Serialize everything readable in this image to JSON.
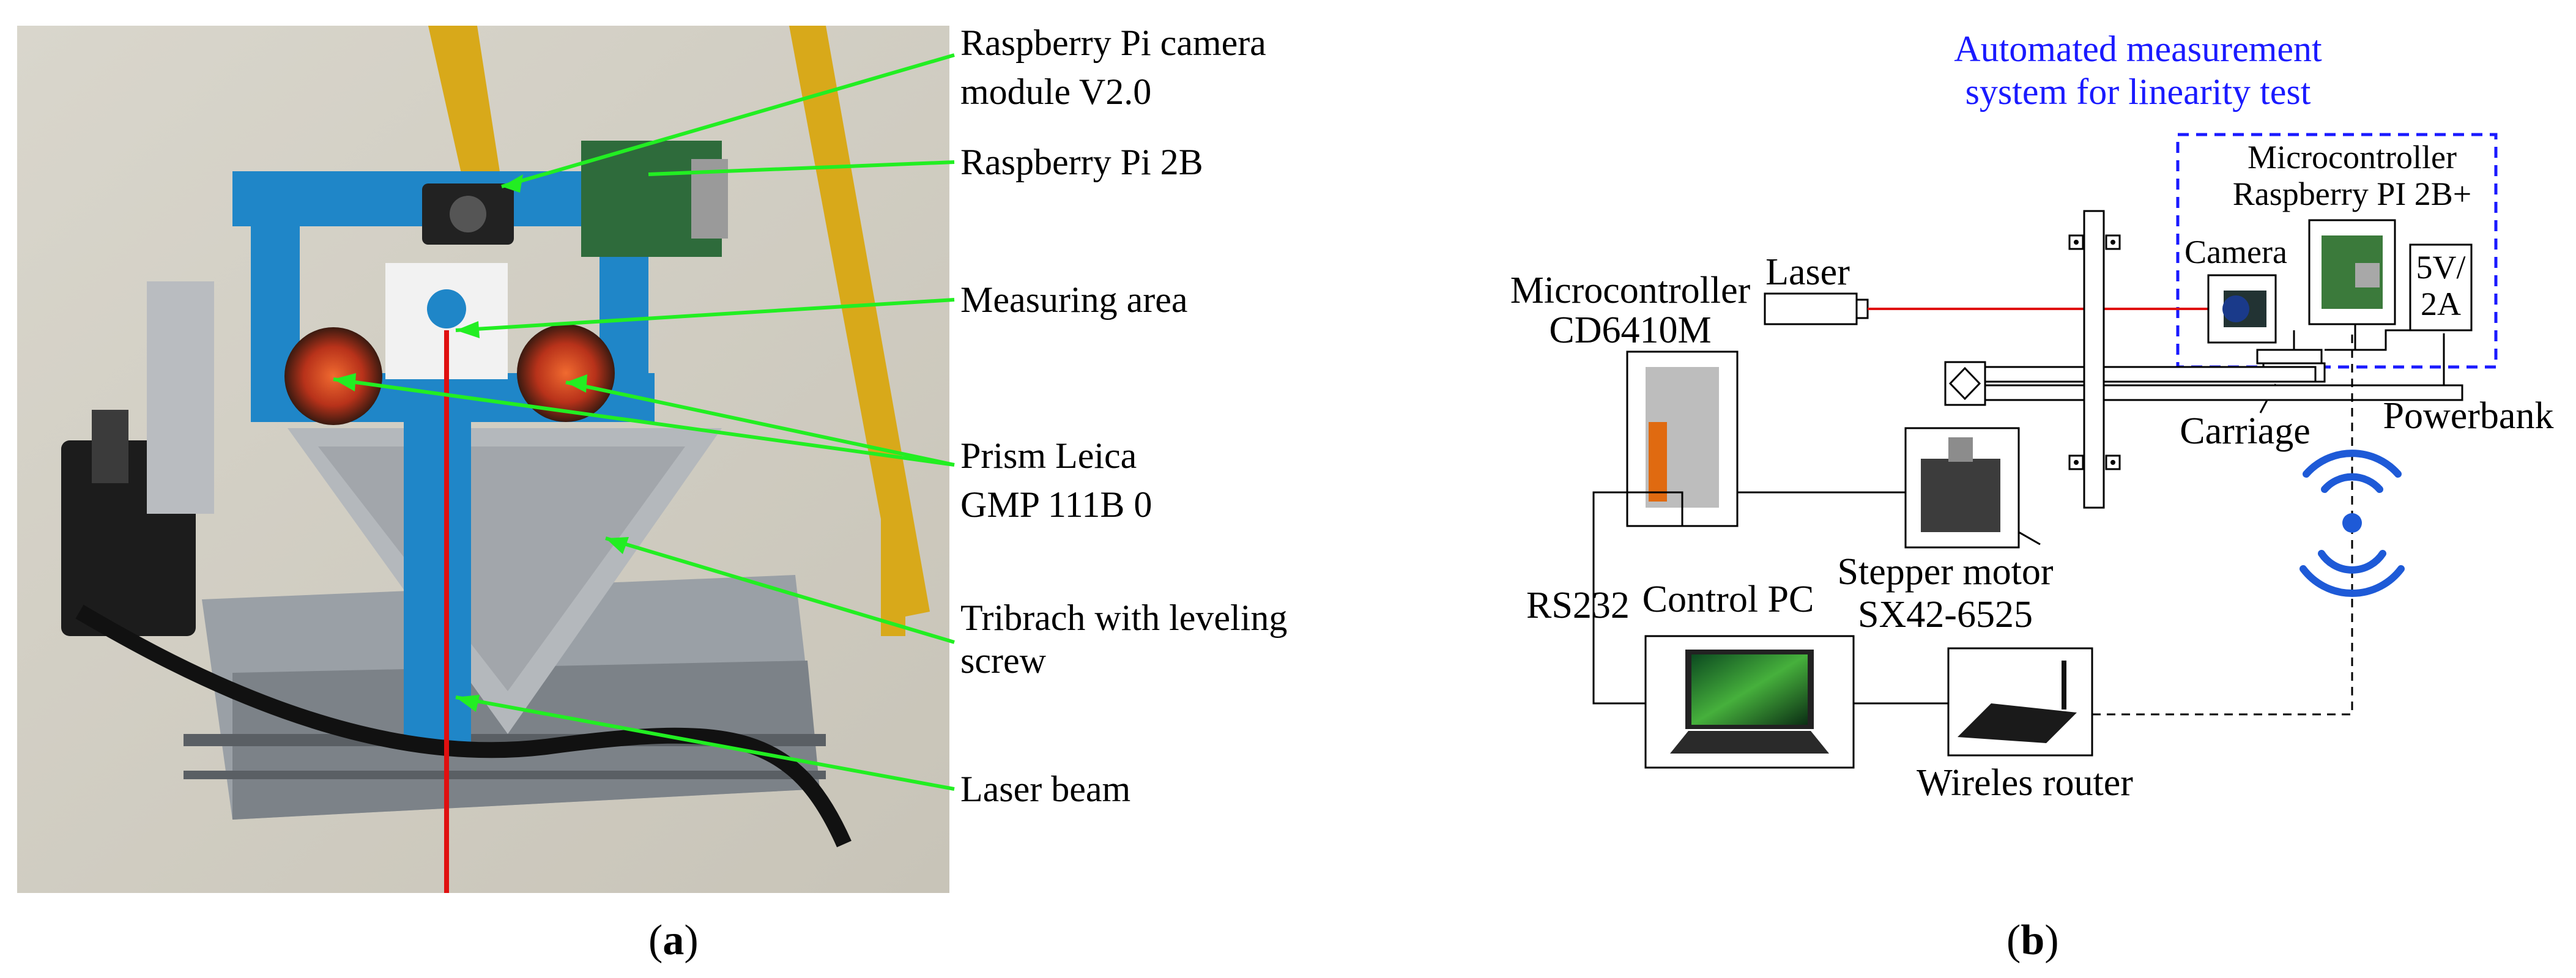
{
  "panel_a": {
    "caption_open": "(",
    "caption_letter": "a",
    "caption_close": ")",
    "labels": {
      "camera_module_line1": "Raspberry Pi camera",
      "camera_module_line2": "module V2.0",
      "pi_2b": "Raspberry Pi 2B",
      "measuring_area": "Measuring area",
      "prism_line1": "Prism Leica",
      "prism_line2": "GMP 111B 0",
      "tribrach_line1": "Tribrach with leveling",
      "tribrach_line2": "screw",
      "laser_beam": "Laser beam"
    },
    "colors": {
      "callout": "#22ee22",
      "laser": "#e01010"
    }
  },
  "panel_b": {
    "caption_open": "(",
    "caption_letter": "b",
    "caption_close": ")",
    "title_line1": "Automated measurement",
    "title_line2": "system for linearity test",
    "labels": {
      "laser": "Laser",
      "camera": "Camera",
      "mc_pi_line1": "Microcontroller",
      "mc_pi_line2": "Raspberry PI 2B+",
      "power_line1": "5V/",
      "power_line2": "2A",
      "powerbank": "Powerbank",
      "carriage": "Carriage",
      "mc_cd_line1": "Microcontroller",
      "mc_cd_line2": "CD6410M",
      "rs232": "RS232",
      "control_pc": "Control PC",
      "stepper_line1": "Stepper motor",
      "stepper_line2": "SX42-6525",
      "router": "Wireles router"
    },
    "colors": {
      "title": "#1a1aff",
      "laser_line": "#e01010",
      "wifi": "#1e5ad7"
    }
  }
}
